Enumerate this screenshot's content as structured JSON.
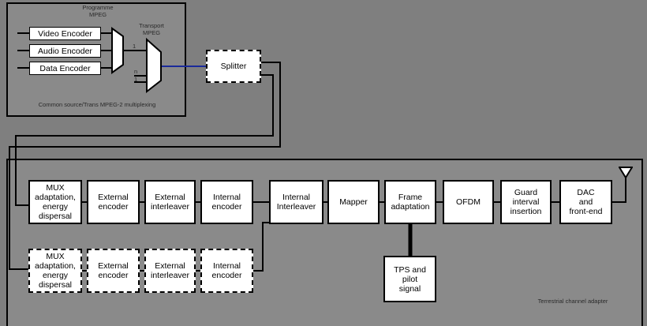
{
  "source": {
    "title_line1": "Programme",
    "title_line2": "MPEG",
    "mux2_line1": "Transport",
    "mux2_line2": "MPEG",
    "footer": "Common source/Trans MPEG-2 multiplexing",
    "encoders": [
      "Video Encoder",
      "Audio Encoder",
      "Data Encoder"
    ],
    "mux_pin_top": "1",
    "mux_pin_bottom1": "n",
    "mux_pin_bottom2": "1"
  },
  "splitter": "Splitter",
  "chain_top": [
    "MUX\nadaptation,\nenergy\ndispersal",
    "External\nencoder",
    "External\ninterleaver",
    "Internal\nencoder",
    "Internal\nInterleaver",
    "Mapper",
    "Frame\nadaptation",
    "OFDM",
    "Guard\ninterval\ninsertion",
    "DAC\nand\nfront-end"
  ],
  "chain_bottom": [
    "MUX\nadaptation,\nenergy\ndispersal",
    "External\nencoder",
    "External\ninterleaver",
    "Internal\nencoder"
  ],
  "tps": "TPS and pilot\nsignal",
  "transmitter_label": "Terrestrial channel adapter",
  "colors": {
    "background": "#7f7f7f",
    "box": "#ffffff",
    "line": "#000000",
    "signal": "#1a2a9a"
  }
}
